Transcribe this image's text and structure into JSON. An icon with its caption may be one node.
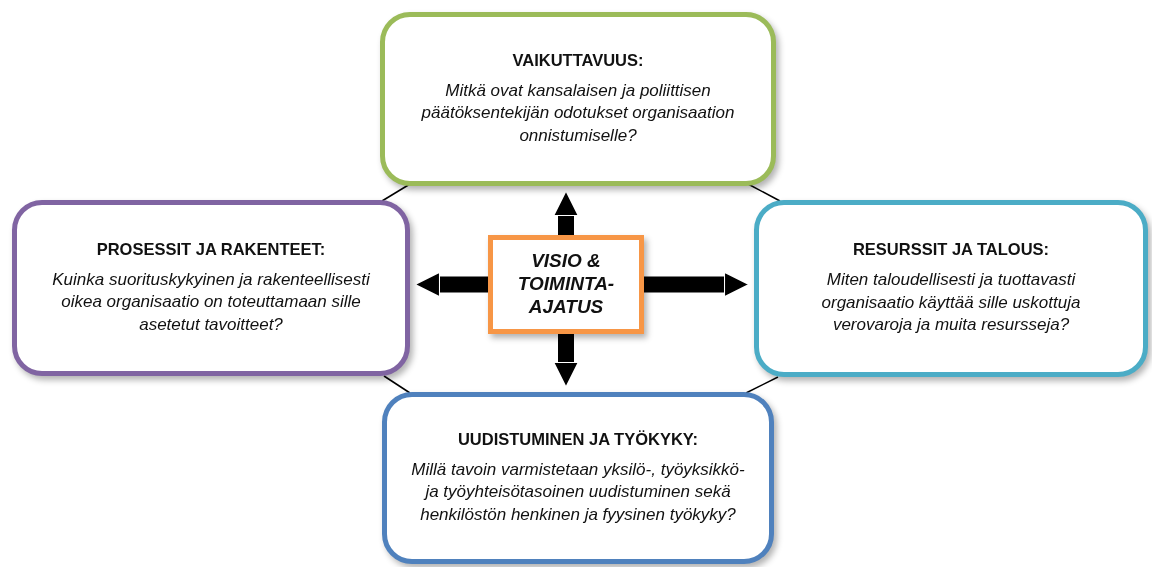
{
  "diagram": {
    "nodes": [
      {
        "text": [
          "VISIO & TOIMINTA-AJATUS"
        ]
      },
      {
        "text": [
          "VAIKUTTAVUUS:",
          "Mitkä ovat kansalaisen ja poliittisen päätöksentekijän odotukset organisaation onnistumiselle?"
        ]
      },
      {
        "text": [
          "PROSESSIT JA RAKENTEET:",
          "Kuinka suorituskykyinen ja rakenteellisesti oikea organisaatio on toteuttamaan sille asetetut tavoitteet?"
        ]
      },
      {
        "text": [
          "RESURSSIT JA TALOUS:",
          "Miten taloudellisesti ja tuottavasti organisaatio käyttää sille uskottuja verovaroja ja muita resursseja?"
        ]
      },
      {
        "text": [
          "UUDISTUMINEN JA TYÖKYKY:",
          "Millä tavoin varmistetaan yksilö-, työyksikkö- ja työyhteisötasoinen uudistuminen sekä henkilöstön henkinen ja fyysinen työkyky?"
        ]
      }
    ],
    "edges": [
      {
        "from": 0,
        "to": 1,
        "arrow": "to",
        "style": "thick"
      },
      {
        "from": 0,
        "to": 2,
        "arrow": "to",
        "style": "thick"
      },
      {
        "from": 0,
        "to": 3,
        "arrow": "to",
        "style": "thick"
      },
      {
        "from": 0,
        "to": 4,
        "arrow": "to",
        "style": "thick"
      },
      {
        "from": 2,
        "to": 1,
        "arrow": "none"
      },
      {
        "from": 1,
        "to": 3,
        "arrow": "none"
      },
      {
        "from": 2,
        "to": 4,
        "arrow": "none"
      },
      {
        "from": 4,
        "to": 3,
        "arrow": "none"
      }
    ]
  }
}
